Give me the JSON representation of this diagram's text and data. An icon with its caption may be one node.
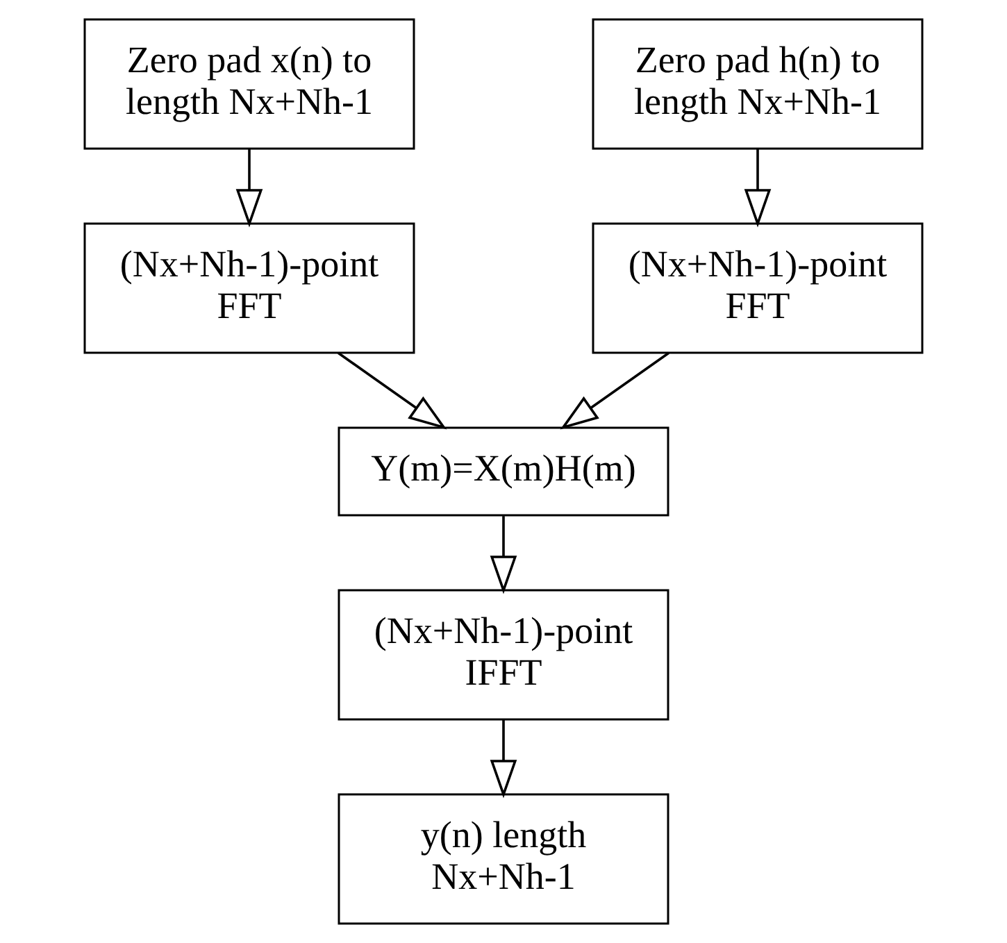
{
  "diagram": {
    "nodes": [
      {
        "text": [
          "Zero pad x(n) to length Nx+Nh-1"
        ]
      },
      {
        "text": [
          "Zero pad h(n) to length Nx+Nh-1"
        ]
      },
      {
        "text": [
          "(Nx+Nh-1)-point FFT"
        ]
      },
      {
        "text": [
          "(Nx+Nh-1)-point FFT"
        ]
      },
      {
        "text": [
          "Y(m)=X(m)H(m)"
        ]
      },
      {
        "text": [
          "(Nx+Nh-1)-point IFFT"
        ]
      },
      {
        "text": [
          "y(n) length Nx+Nh-1"
        ]
      }
    ],
    "edges": [
      {
        "from": 0,
        "to": 2,
        "arrow": "to"
      },
      {
        "from": 1,
        "to": 3,
        "arrow": "to"
      },
      {
        "from": 2,
        "to": 4,
        "arrow": "to"
      },
      {
        "from": 3,
        "to": 4,
        "arrow": "to"
      },
      {
        "from": 4,
        "to": 5,
        "arrow": "to"
      },
      {
        "from": 5,
        "to": 6,
        "arrow": "to"
      }
    ]
  }
}
